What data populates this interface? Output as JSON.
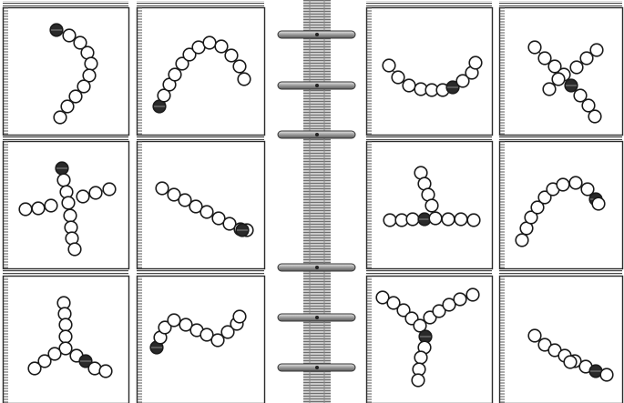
{
  "panels": [
    {
      "id": "r1c1",
      "highlight": 0,
      "beads": [
        [
          62,
          33
        ],
        [
          76,
          39
        ],
        [
          88,
          47
        ],
        [
          96,
          58
        ],
        [
          100,
          70
        ],
        [
          98,
          83
        ],
        [
          92,
          95
        ],
        [
          83,
          106
        ],
        [
          74,
          117
        ],
        [
          66,
          129
        ]
      ]
    },
    {
      "id": "r1c2",
      "highlight": 0,
      "beads": [
        [
          175,
          117
        ],
        [
          180,
          105
        ],
        [
          186,
          93
        ],
        [
          192,
          82
        ],
        [
          200,
          70
        ],
        [
          208,
          60
        ],
        [
          218,
          52
        ],
        [
          230,
          47
        ],
        [
          243,
          51
        ],
        [
          254,
          61
        ],
        [
          263,
          73
        ],
        [
          268,
          87
        ]
      ]
    },
    {
      "id": "r1c4",
      "highlight": 6,
      "beads": [
        [
          427,
          72
        ],
        [
          437,
          85
        ],
        [
          449,
          94
        ],
        [
          462,
          98
        ],
        [
          474,
          99
        ],
        [
          486,
          99
        ],
        [
          497,
          96
        ],
        [
          508,
          89
        ],
        [
          518,
          80
        ],
        [
          522,
          69
        ]
      ]
    },
    {
      "id": "r1c5",
      "highlight": 4,
      "beads": [
        [
          587,
          52
        ],
        [
          598,
          64
        ],
        [
          609,
          73
        ],
        [
          619,
          82
        ],
        [
          627,
          94
        ],
        [
          637,
          105
        ],
        [
          646,
          116
        ],
        [
          653,
          128
        ],
        [
          603,
          98
        ],
        [
          613,
          87
        ],
        [
          633,
          74
        ],
        [
          644,
          64
        ],
        [
          655,
          55
        ]
      ]
    },
    {
      "id": "r2c1",
      "highlight": 0,
      "beads": [
        [
          68,
          185
        ],
        [
          70,
          198
        ],
        [
          73,
          211
        ],
        [
          75,
          223
        ],
        [
          77,
          237
        ],
        [
          78,
          250
        ],
        [
          79,
          262
        ],
        [
          82,
          274
        ],
        [
          28,
          230
        ],
        [
          42,
          229
        ],
        [
          56,
          226
        ],
        [
          91,
          216
        ],
        [
          105,
          212
        ],
        [
          120,
          208
        ]
      ]
    },
    {
      "id": "r2c2",
      "highlight": 9,
      "beads": [
        [
          178,
          207
        ],
        [
          191,
          214
        ],
        [
          203,
          220
        ],
        [
          215,
          227
        ],
        [
          227,
          233
        ],
        [
          240,
          240
        ],
        [
          252,
          246
        ],
        [
          264,
          252
        ],
        [
          271,
          253
        ],
        [
          266,
          253
        ]
      ]
    },
    {
      "id": "r2c4",
      "highlight": 7,
      "beads": [
        [
          462,
          190
        ],
        [
          466,
          202
        ],
        [
          470,
          214
        ],
        [
          474,
          226
        ],
        [
          428,
          242
        ],
        [
          441,
          242
        ],
        [
          453,
          241
        ],
        [
          466,
          241
        ],
        [
          478,
          240
        ],
        [
          492,
          241
        ],
        [
          506,
          241
        ],
        [
          520,
          242
        ]
      ]
    },
    {
      "id": "r2c5",
      "highlight": 9,
      "beads": [
        [
          573,
          264
        ],
        [
          578,
          251
        ],
        [
          583,
          239
        ],
        [
          590,
          228
        ],
        [
          598,
          217
        ],
        [
          607,
          208
        ],
        [
          618,
          203
        ],
        [
          632,
          201
        ],
        [
          645,
          208
        ],
        [
          654,
          219
        ],
        [
          657,
          224
        ]
      ]
    },
    {
      "id": "r3c1",
      "highlight": 9,
      "beads": [
        [
          70,
          333
        ],
        [
          71,
          345
        ],
        [
          72,
          357
        ],
        [
          72,
          370
        ],
        [
          72,
          383
        ],
        [
          38,
          405
        ],
        [
          49,
          397
        ],
        [
          60,
          389
        ],
        [
          84,
          391
        ],
        [
          94,
          397
        ],
        [
          104,
          405
        ],
        [
          116,
          408
        ]
      ]
    },
    {
      "id": "r3c2",
      "highlight": 0,
      "beads": [
        [
          172,
          382
        ],
        [
          176,
          371
        ],
        [
          181,
          360
        ],
        [
          191,
          352
        ],
        [
          204,
          357
        ],
        [
          216,
          363
        ],
        [
          227,
          368
        ],
        [
          239,
          374
        ],
        [
          250,
          365
        ],
        [
          260,
          356
        ],
        [
          263,
          348
        ]
      ]
    },
    {
      "id": "r3c4",
      "highlight": 10,
      "beads": [
        [
          420,
          327
        ],
        [
          432,
          333
        ],
        [
          443,
          341
        ],
        [
          452,
          350
        ],
        [
          461,
          358
        ],
        [
          472,
          349
        ],
        [
          482,
          342
        ],
        [
          493,
          335
        ],
        [
          505,
          329
        ],
        [
          519,
          324
        ],
        [
          467,
          370
        ],
        [
          466,
          382
        ],
        [
          462,
          393
        ],
        [
          460,
          406
        ],
        [
          459,
          418
        ]
      ]
    },
    {
      "id": "r3c5",
      "highlight": 6,
      "beads": [
        [
          587,
          369
        ],
        [
          598,
          379
        ],
        [
          609,
          385
        ],
        [
          620,
          391
        ],
        [
          631,
          397
        ],
        [
          643,
          403
        ],
        [
          654,
          408
        ],
        [
          666,
          412
        ],
        [
          626,
          398
        ]
      ]
    }
  ]
}
